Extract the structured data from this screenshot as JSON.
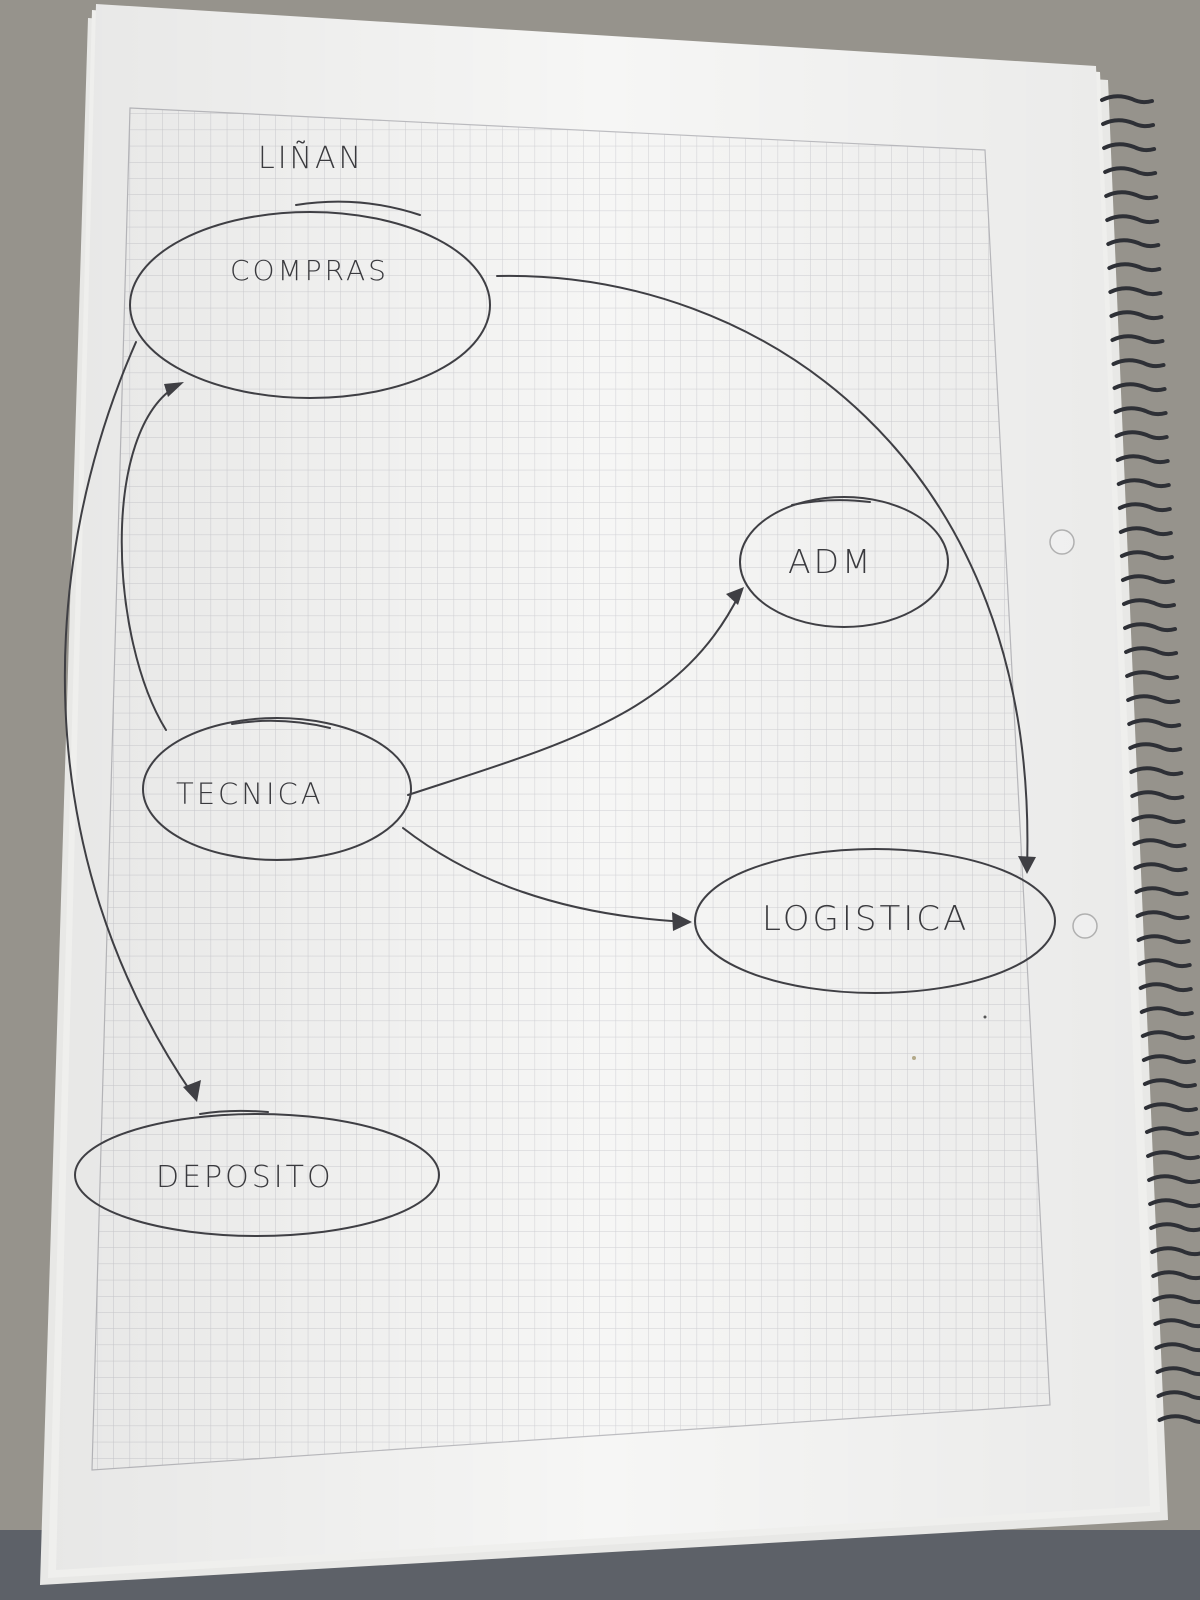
{
  "title": "LIÑAN",
  "nodes": {
    "compras": "COMPRAS",
    "adm": "ADM",
    "tecnica": "TECNICA",
    "logistica": "LOGISTICA",
    "deposito": "DEPOSITO"
  },
  "edges": [
    {
      "from": "COMPRAS",
      "to": "LOGISTICA"
    },
    {
      "from": "TECNICA",
      "to": "COMPRAS"
    },
    {
      "from": "COMPRAS",
      "to": "DEPOSITO"
    },
    {
      "from": "TECNICA",
      "to": "ADM"
    },
    {
      "from": "TECNICA",
      "to": "LOGISTICA"
    }
  ],
  "colors": {
    "ink": "#3f3f44",
    "paper": "#f6f6f5",
    "grid": "#c9c9cc"
  }
}
